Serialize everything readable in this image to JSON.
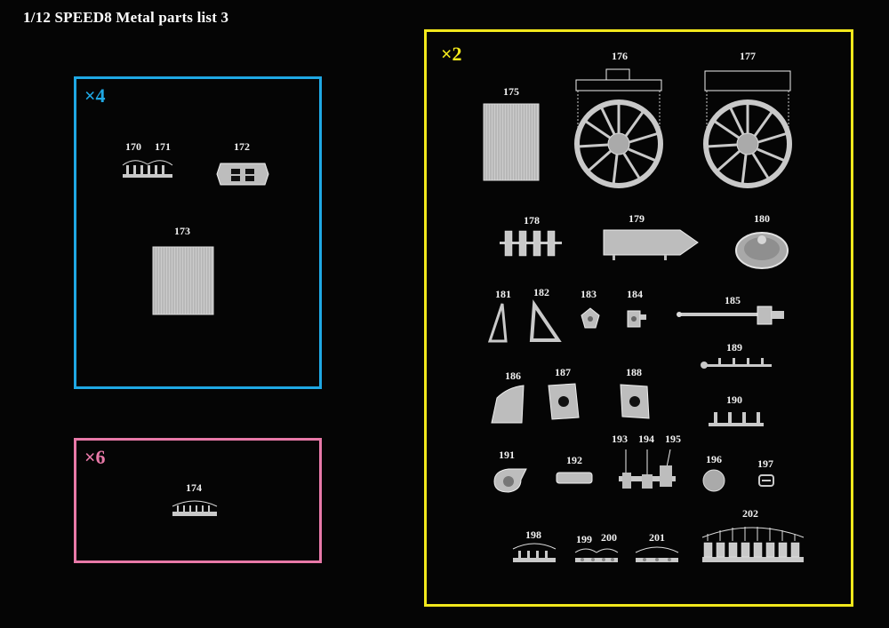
{
  "title": "1/12  SPEED8  Metal parts list 3",
  "colors": {
    "blue": "#1fa8e4",
    "pink": "#e879a8",
    "yellow": "#f2e81c",
    "metal": "#c9c9c9"
  },
  "groups": {
    "blue": {
      "mult": "×4",
      "labels": [
        "170",
        "171",
        "172",
        "173"
      ]
    },
    "pink": {
      "mult": "×6",
      "labels": [
        "174"
      ]
    },
    "yellow": {
      "mult": "×2",
      "labels": [
        "175",
        "176",
        "177",
        "178",
        "179",
        "180",
        "181",
        "182",
        "183",
        "184",
        "185",
        "186",
        "187",
        "188",
        "189",
        "190",
        "191",
        "192",
        "193",
        "194",
        "195",
        "196",
        "197",
        "198",
        "199",
        "200",
        "201",
        "202"
      ]
    }
  }
}
